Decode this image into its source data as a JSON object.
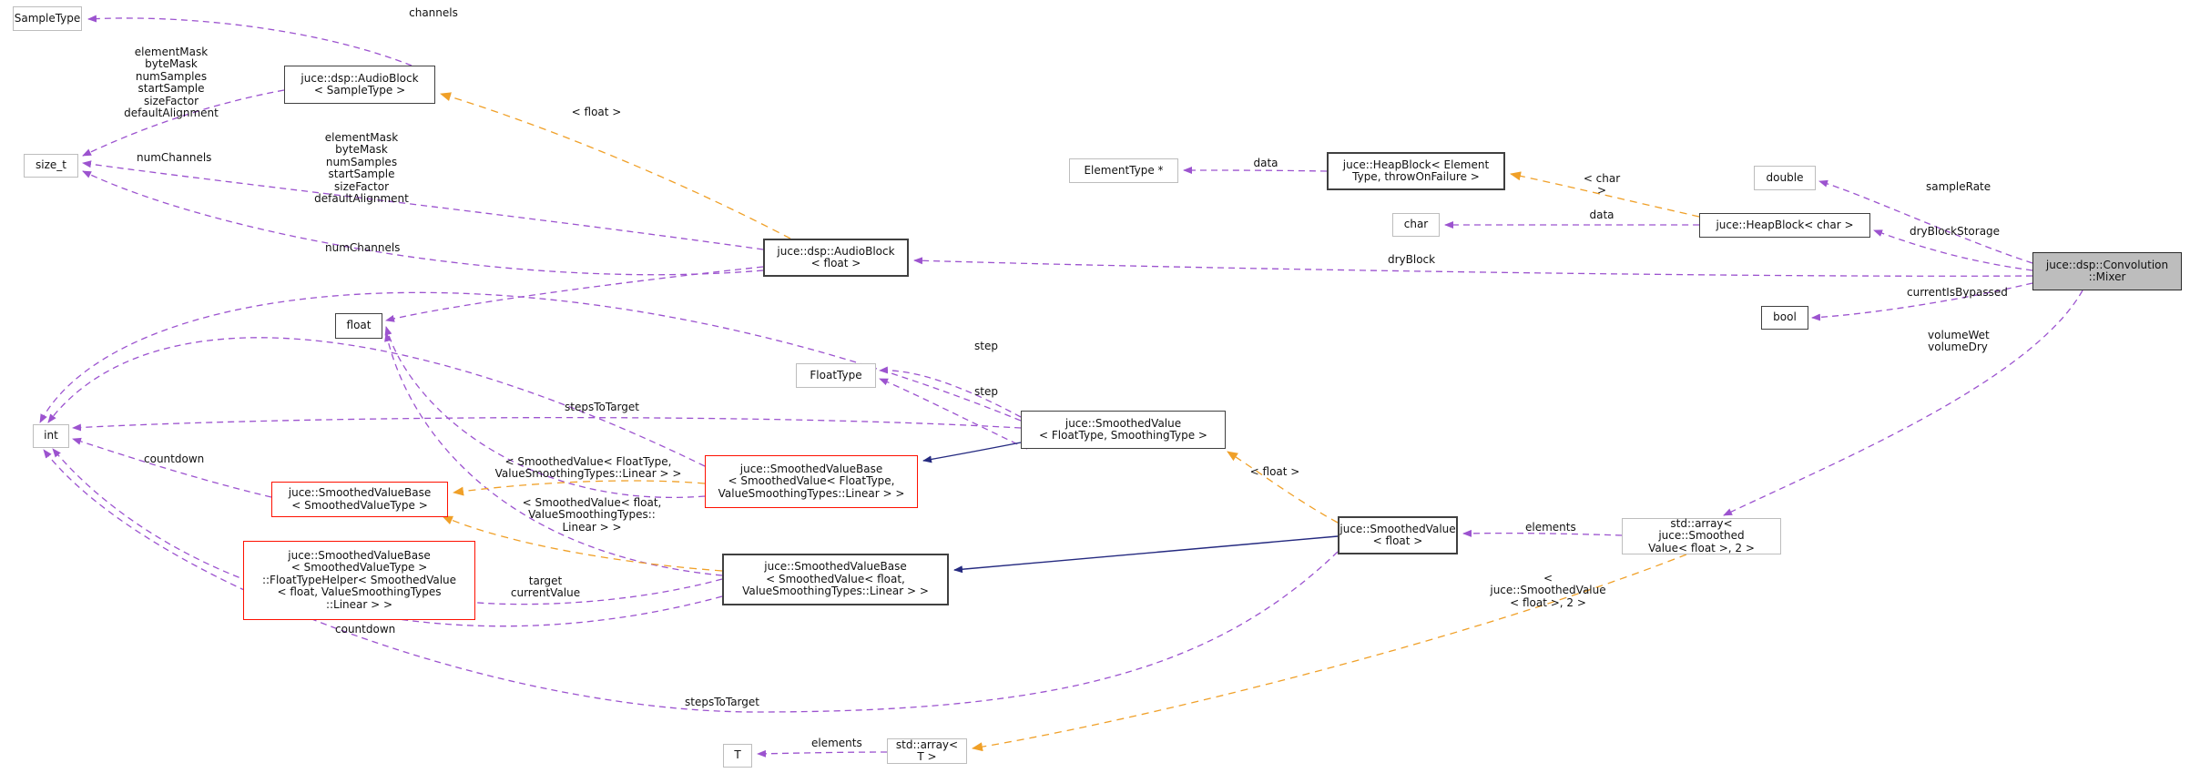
{
  "diagram": {
    "kind": "doxygen-collaboration-graph",
    "focus_class": "juce::dsp::Convolution::Mixer",
    "colors": {
      "usage_edge": "#9c53cf",
      "template_edge": "#f0a028",
      "inheritance_edge": "#252a80",
      "highlight_border": "#fe1000",
      "node_border": "#404040",
      "param_border": "#bdbdbd",
      "focus_bg": "#bdbdbd"
    },
    "nodes": [
      {
        "id": "sampletype",
        "label": "SampleType",
        "kind": "template-param"
      },
      {
        "id": "size-t",
        "label": "size_t",
        "kind": "builtin"
      },
      {
        "id": "audioblock-sampletype",
        "label": "juce::dsp::AudioBlock\n< SampleType >",
        "kind": "class"
      },
      {
        "id": "audioblock-float",
        "label": "juce::dsp::AudioBlock\n< float >",
        "kind": "class"
      },
      {
        "id": "elementtype-ptr",
        "label": "ElementType *",
        "kind": "template-param"
      },
      {
        "id": "heapblock-elementtype",
        "label": "juce::HeapBlock< Element\nType, throwOnFailure >",
        "kind": "class"
      },
      {
        "id": "double",
        "label": "double",
        "kind": "builtin"
      },
      {
        "id": "char",
        "label": "char",
        "kind": "builtin"
      },
      {
        "id": "heapblock-char",
        "label": "juce::HeapBlock< char >",
        "kind": "class"
      },
      {
        "id": "convolution-mixer",
        "label": "juce::dsp::Convolution\n::Mixer",
        "kind": "focus"
      },
      {
        "id": "bool",
        "label": "bool",
        "kind": "builtin"
      },
      {
        "id": "float",
        "label": "float",
        "kind": "builtin"
      },
      {
        "id": "floattype",
        "label": "FloatType",
        "kind": "template-param"
      },
      {
        "id": "smoothedvalue-generic",
        "label": "juce::SmoothedValue\n< FloatType, SmoothingType >",
        "kind": "class"
      },
      {
        "id": "int",
        "label": "int",
        "kind": "builtin"
      },
      {
        "id": "smoothedvaluebase-floattype-linear",
        "label": "juce::SmoothedValueBase\n< SmoothedValue< FloatType,\nValueSmoothingTypes::Linear > >",
        "kind": "class-highlight"
      },
      {
        "id": "smoothedvaluebase-svt",
        "label": "juce::SmoothedValueBase\n< SmoothedValueType >",
        "kind": "class-highlight"
      },
      {
        "id": "smoothedvaluebase-floattypehelper",
        "label": "juce::SmoothedValueBase\n< SmoothedValueType >\n::FloatTypeHelper< SmoothedValue\n< float, ValueSmoothingTypes\n::Linear > >",
        "kind": "class-highlight"
      },
      {
        "id": "smoothedvaluebase-float-linear",
        "label": "juce::SmoothedValueBase\n< SmoothedValue< float,\nValueSmoothingTypes::Linear > >",
        "kind": "class"
      },
      {
        "id": "smoothedvalue-float",
        "label": "juce::SmoothedValue\n< float >",
        "kind": "class"
      },
      {
        "id": "stdarray-smoothedvalue2",
        "label": "std::array< juce::Smoothed\nValue< float >, 2 >",
        "kind": "class-external"
      },
      {
        "id": "t",
        "label": "T",
        "kind": "template-param"
      },
      {
        "id": "stdarray-t",
        "label": "std::array< T >",
        "kind": "class-external"
      }
    ],
    "edge_labels": [
      {
        "id": "channels-1",
        "text": "channels"
      },
      {
        "id": "audioblock-sampletype-members",
        "text": "elementMask\nbyteMask\nnumSamples\nstartSample\nsizeFactor\ndefaultAlignment"
      },
      {
        "id": "numchannels-1",
        "text": "numChannels"
      },
      {
        "id": "audioblock-float-members",
        "text": "elementMask\nbyteMask\nnumSamples\nstartSample\nsizeFactor\ndefaultAlignment"
      },
      {
        "id": "numchannels-2",
        "text": "numChannels"
      },
      {
        "id": "template-arg-float-1",
        "text": "< float >"
      },
      {
        "id": "data-1",
        "text": "data"
      },
      {
        "id": "template-arg-char",
        "text": "< char >"
      },
      {
        "id": "data-2",
        "text": "data"
      },
      {
        "id": "samplerate",
        "text": "sampleRate"
      },
      {
        "id": "dryblockstorage",
        "text": "dryBlockStorage"
      },
      {
        "id": "dryblock",
        "text": "dryBlock"
      },
      {
        "id": "currentisbypassed",
        "text": "currentIsBypassed"
      },
      {
        "id": "volumewet-volumedry",
        "text": "volumeWet\nvolumeDry"
      },
      {
        "id": "step-1",
        "text": "step"
      },
      {
        "id": "step-2",
        "text": "step"
      },
      {
        "id": "stepstotarget-1",
        "text": "stepsToTarget"
      },
      {
        "id": "countdown-1",
        "text": "countdown"
      },
      {
        "id": "template-arg-smoothedvalue-floattype",
        "text": "< SmoothedValue< FloatType,\nValueSmoothingTypes::Linear > >"
      },
      {
        "id": "template-arg-smoothedvalue-float",
        "text": "< SmoothedValue< float,\nValueSmoothingTypes::\nLinear > >"
      },
      {
        "id": "template-arg-float-2",
        "text": "< float >"
      },
      {
        "id": "elements-1",
        "text": "elements"
      },
      {
        "id": "template-arg-array",
        "text": "< juce::SmoothedValue\n< float >, 2 >"
      },
      {
        "id": "target-currentvalue",
        "text": "target\ncurrentValue"
      },
      {
        "id": "countdown-2",
        "text": "countdown"
      },
      {
        "id": "stepstotarget-2",
        "text": "stepsToTarget"
      },
      {
        "id": "elements-2",
        "text": "elements"
      }
    ],
    "edges": [
      {
        "from": "audioblock-sampletype",
        "to": "sampletype",
        "label": "channels",
        "type": "usage"
      },
      {
        "from": "audioblock-sampletype",
        "to": "size-t",
        "label": "elementMask byteMask numSamples startSample sizeFactor defaultAlignment numChannels",
        "type": "usage"
      },
      {
        "from": "audioblock-float",
        "to": "size-t",
        "label": "elementMask byteMask numSamples startSample sizeFactor defaultAlignment numChannels",
        "type": "usage"
      },
      {
        "from": "audioblock-float",
        "to": "float",
        "label": "channels",
        "type": "usage"
      },
      {
        "from": "audioblock-float",
        "to": "audioblock-sampletype",
        "label": "< float >",
        "type": "template"
      },
      {
        "from": "heapblock-elementtype",
        "to": "elementtype-ptr",
        "label": "data",
        "type": "usage"
      },
      {
        "from": "heapblock-char",
        "to": "char",
        "label": "data",
        "type": "usage"
      },
      {
        "from": "heapblock-char",
        "to": "heapblock-elementtype",
        "label": "< char >",
        "type": "template"
      },
      {
        "from": "convolution-mixer",
        "to": "double",
        "label": "sampleRate",
        "type": "usage"
      },
      {
        "from": "convolution-mixer",
        "to": "heapblock-char",
        "label": "dryBlockStorage",
        "type": "usage"
      },
      {
        "from": "convolution-mixer",
        "to": "audioblock-float",
        "label": "dryBlock",
        "type": "usage"
      },
      {
        "from": "convolution-mixer",
        "to": "bool",
        "label": "currentIsBypassed",
        "type": "usage"
      },
      {
        "from": "convolution-mixer",
        "to": "stdarray-smoothedvalue2",
        "label": "volumeWet volumeDry",
        "type": "usage"
      },
      {
        "from": "smoothedvalue-generic",
        "to": "floattype",
        "label": "step",
        "type": "usage"
      },
      {
        "from": "smoothedvaluebase-floattype-linear",
        "to": "floattype",
        "label": "step",
        "type": "usage"
      },
      {
        "from": "smoothedvalue-generic",
        "to": "int",
        "label": "stepsToTarget",
        "type": "usage"
      },
      {
        "from": "smoothedvaluebase-svt",
        "to": "int",
        "label": "countdown",
        "type": "usage"
      },
      {
        "from": "smoothedvaluebase-floattype-linear",
        "to": "int",
        "label": "countdown",
        "type": "usage"
      },
      {
        "from": "smoothedvaluebase-float-linear",
        "to": "int",
        "label": "countdown",
        "type": "usage"
      },
      {
        "from": "smoothedvalue-float",
        "to": "int",
        "label": "stepsToTarget",
        "type": "usage"
      },
      {
        "from": "smoothedvalue-generic",
        "to": "smoothedvaluebase-floattype-linear",
        "label": "",
        "type": "inheritance"
      },
      {
        "from": "smoothedvalue-float",
        "to": "smoothedvaluebase-float-linear",
        "label": "",
        "type": "inheritance"
      },
      {
        "from": "smoothedvaluebase-floattype-linear",
        "to": "smoothedvaluebase-svt",
        "label": "< SmoothedValue< FloatType, ValueSmoothingTypes::Linear > >",
        "type": "template"
      },
      {
        "from": "smoothedvaluebase-float-linear",
        "to": "smoothedvaluebase-svt",
        "label": "< SmoothedValue< float, ValueSmoothingTypes::Linear > >",
        "type": "template"
      },
      {
        "from": "smoothedvaluebase-float-linear",
        "to": "smoothedvaluebase-floattypehelper",
        "label": "target currentValue",
        "type": "usage"
      },
      {
        "from": "smoothedvalue-float",
        "to": "smoothedvalue-generic",
        "label": "< float >",
        "type": "template"
      },
      {
        "from": "stdarray-smoothedvalue2",
        "to": "smoothedvalue-float",
        "label": "elements",
        "type": "usage"
      },
      {
        "from": "stdarray-smoothedvalue2",
        "to": "stdarray-t",
        "label": "< juce::SmoothedValue< float >, 2 >",
        "type": "template"
      },
      {
        "from": "stdarray-t",
        "to": "t",
        "label": "elements",
        "type": "usage"
      }
    ]
  }
}
